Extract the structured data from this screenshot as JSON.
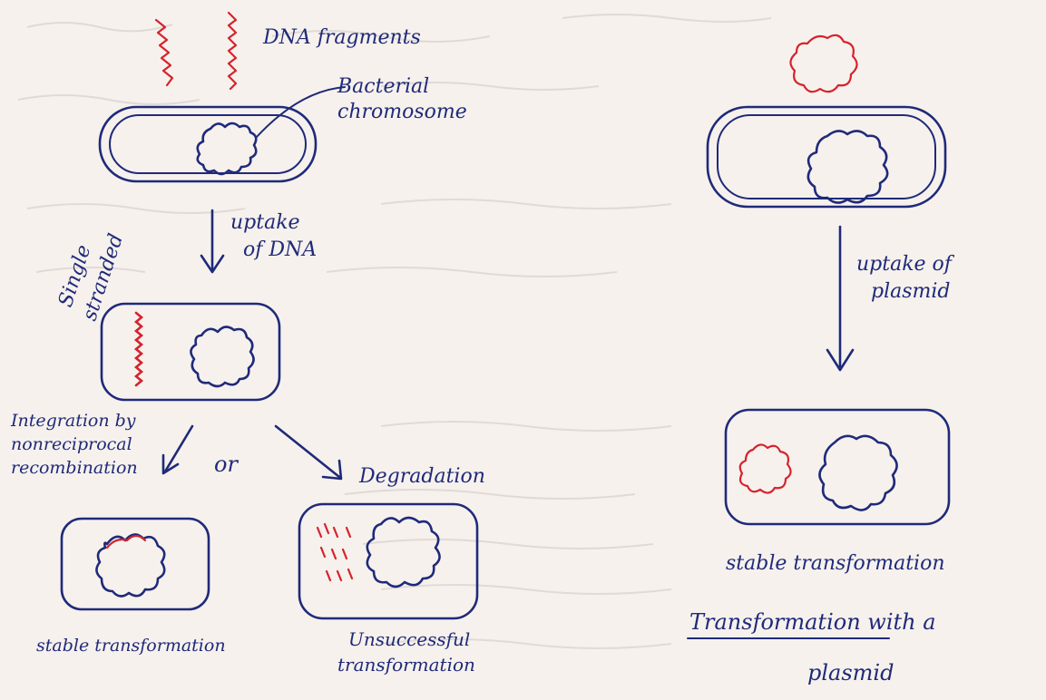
{
  "labels": {
    "dna_fragments": "DNA fragments",
    "bacterial_chromosome": "Bacterial chromosome",
    "uptake_of_dna": "uptake of DNA",
    "single_stranded": "Single stranded",
    "integration": "Integration by nonreciprocal recombination",
    "or": "or",
    "degradation": "Degradation",
    "stable_transformation_left": "stable transformation",
    "unsuccessful_transformation": "Unsuccessful transformation",
    "uptake_of_plasmid": "uptake of plasmid",
    "stable_transformation_right": "stable transformation",
    "title_line1": "Transformation with a",
    "title_line2": "plasmid"
  },
  "colors": {
    "ink": "#1f2a7a",
    "dna": "#d6222e",
    "paper": "#f6f1ec",
    "bleed_through": "#c9c2c0"
  }
}
